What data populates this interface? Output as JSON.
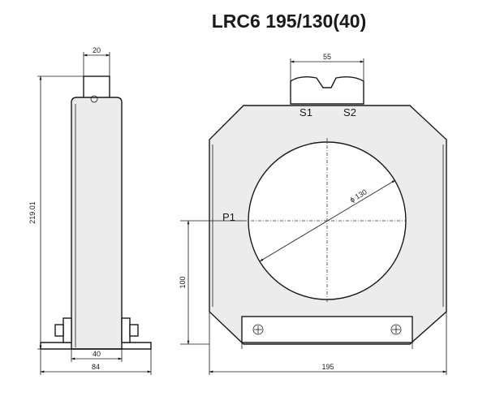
{
  "title": "LRC6 195/130(40)",
  "side_view": {
    "dim_top": "20",
    "dim_height": "219.01",
    "dim_inner_base": "40",
    "dim_base": "84"
  },
  "front_view": {
    "dim_top_box": "55",
    "dim_diameter": "ϕ 130",
    "dim_center_height": "100",
    "dim_width": "195",
    "terminal_s1": "S1",
    "terminal_s2": "S2",
    "primary_p1": "P1"
  }
}
